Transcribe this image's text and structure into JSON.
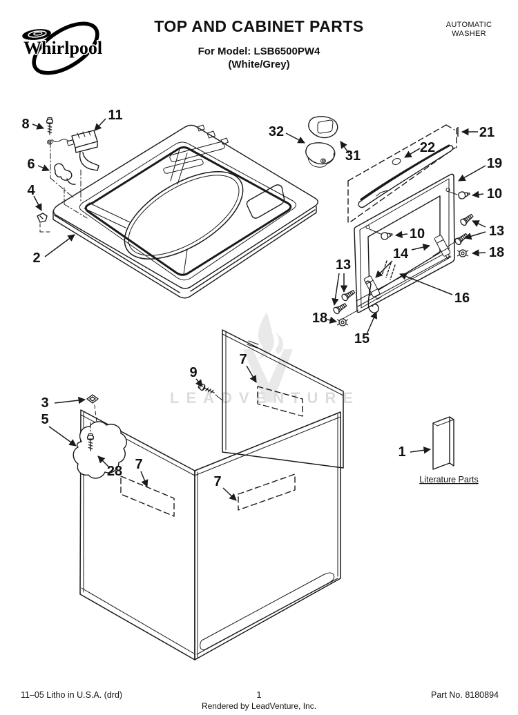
{
  "header": {
    "brand": "Whirlpool",
    "title": "TOP AND CABINET PARTS",
    "model_line": "For Model: LSB6500PW4",
    "finish_line": "(White/Grey)",
    "appliance_line1": "AUTOMATIC",
    "appliance_line2": "WASHER"
  },
  "diagram": {
    "watermark_text": "LEADVENTURE",
    "literature_label": "Literature Parts",
    "callouts": {
      "c8": "8",
      "c11": "11",
      "c6": "6",
      "c4": "4",
      "c2": "2",
      "c32": "32",
      "c31": "31",
      "c21": "21",
      "c22": "22",
      "c19": "19",
      "c10r": "10",
      "c10l": "10",
      "c13r": "13",
      "c18r": "18",
      "c14": "14",
      "c13l": "13",
      "c16": "16",
      "c18l": "18",
      "c15": "15",
      "c9": "9",
      "c7rear": "7",
      "c3": "3",
      "c5": "5",
      "c28": "28",
      "c7left": "7",
      "c7front": "7",
      "c1": "1"
    }
  },
  "footer": {
    "left": "11–05 Litho in U.S.A. (drd)",
    "page_number": "1",
    "rendered_by": "Rendered by LeadVenture, Inc.",
    "part_no": "Part No. 8180894"
  },
  "colors": {
    "line": "#1a1a1a",
    "watermark_text": "#dcdcdc",
    "watermark_logo": "#e9e9e9"
  }
}
